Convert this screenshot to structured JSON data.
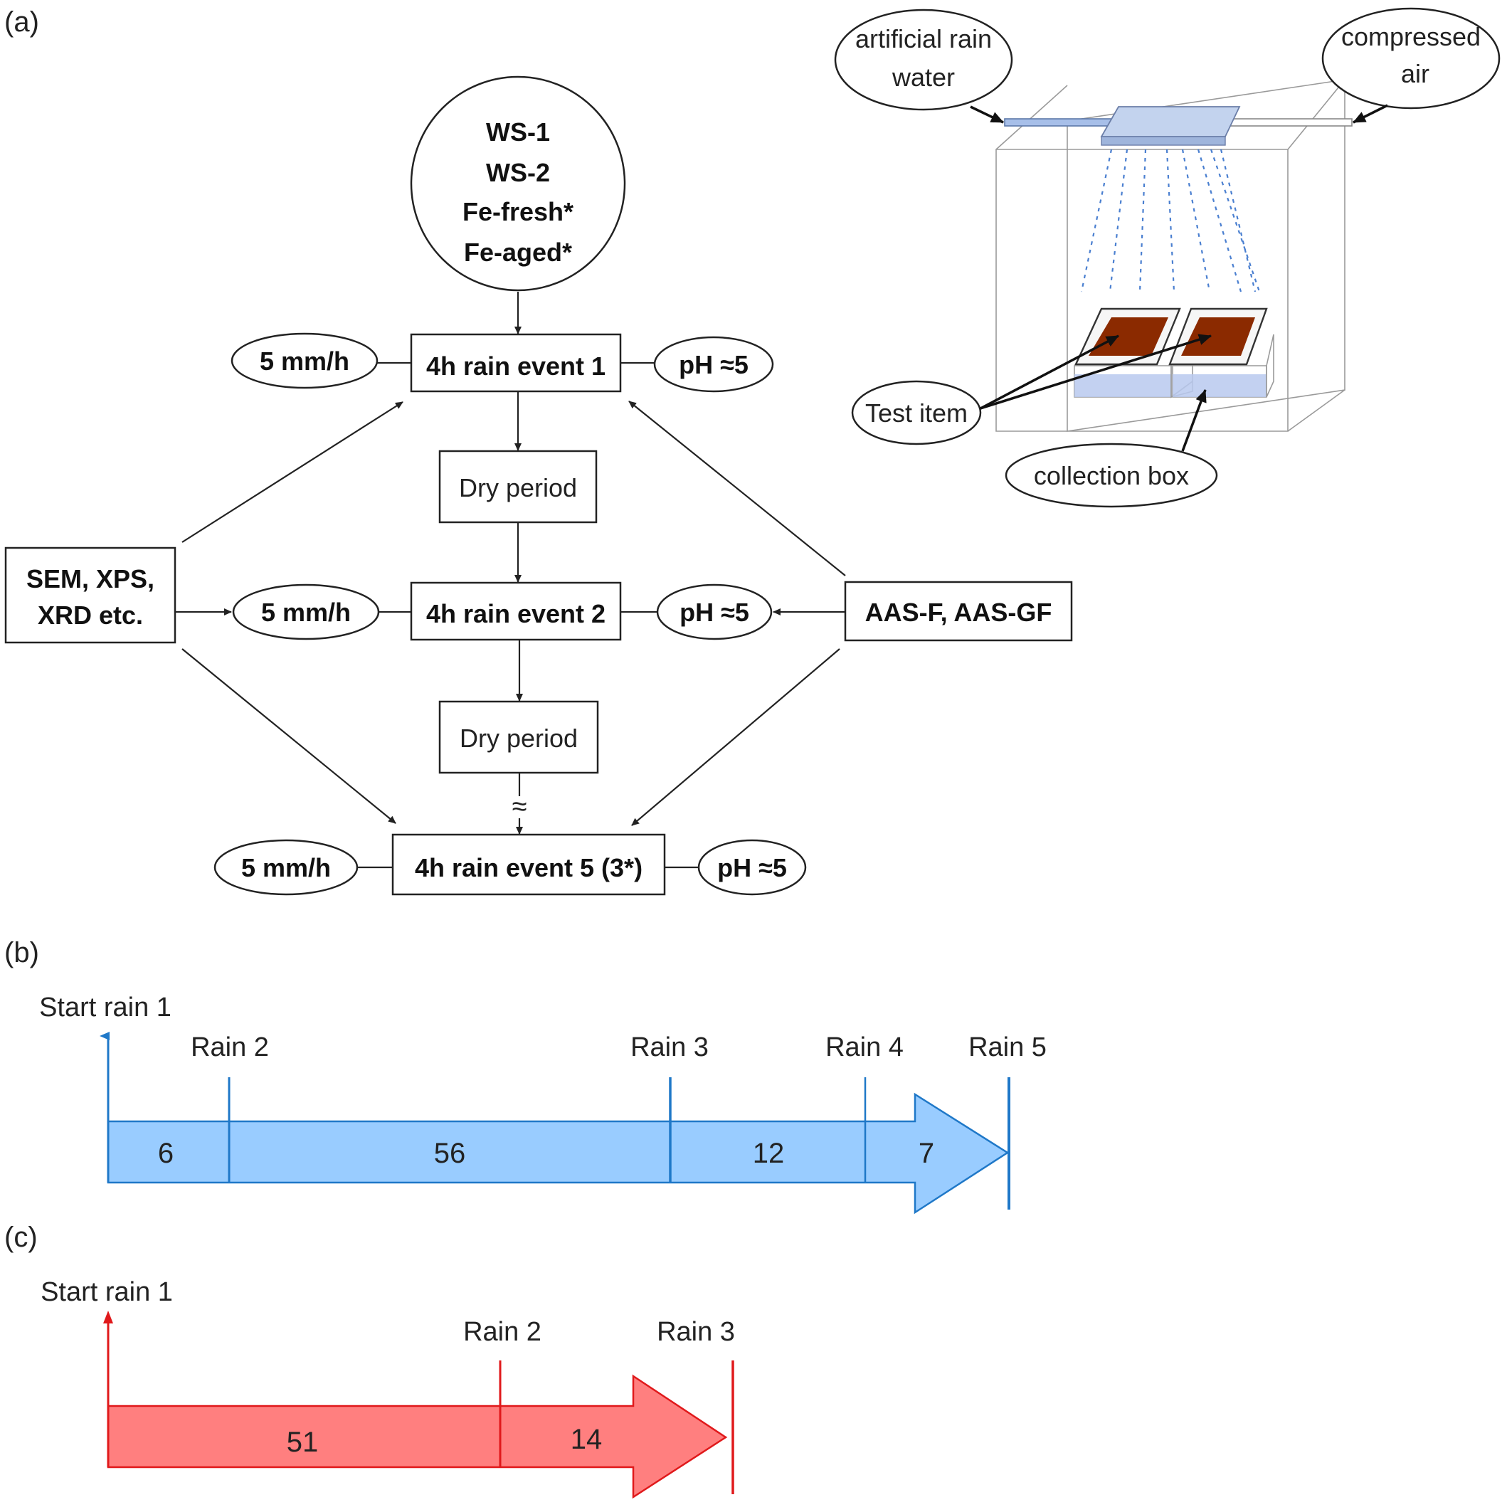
{
  "panels": {
    "a": "(a)",
    "b": "(b)",
    "c": "(c)"
  },
  "flow": {
    "source": [
      "WS-1",
      "WS-2",
      "Fe-fresh*",
      "Fe-aged*"
    ],
    "rain_event_1": "4h rain event 1",
    "rain_event_2": "4h rain event 2",
    "rain_event_5": "4h rain event 5 (3*)",
    "dry_period": "Dry period",
    "rate": "5 mm/h",
    "ph": "pH ≈5",
    "skip": "≈",
    "left_analysis": [
      "SEM, XPS,",
      "XRD etc."
    ],
    "right_analysis": "AAS-F, AAS-GF"
  },
  "apparatus": {
    "rain_water": [
      "artificial rain",
      "water"
    ],
    "compressed_air": [
      "compressed",
      "air"
    ],
    "test_item": "Test item",
    "collection_box": "collection box",
    "colors": {
      "glass": "#9a9a9a",
      "nozzle": "#c3d3ee",
      "spray": "#4a7fd0",
      "test_item": "#8b2a00",
      "water": "#b8c9ee"
    }
  },
  "timeline_b": {
    "start": "Start rain 1",
    "events": [
      "Rain 2",
      "Rain 3",
      "Rain 4",
      "Rain 5"
    ],
    "intervals": [
      6,
      56,
      12,
      7
    ],
    "colors": {
      "fill": "#99ccff",
      "stroke": "#1f78c8"
    }
  },
  "timeline_c": {
    "start": "Start rain 1",
    "events": [
      "Rain 2",
      "Rain 3"
    ],
    "intervals": [
      51,
      14
    ],
    "colors": {
      "fill": "#ff7f7f",
      "stroke": "#e0191b"
    }
  }
}
